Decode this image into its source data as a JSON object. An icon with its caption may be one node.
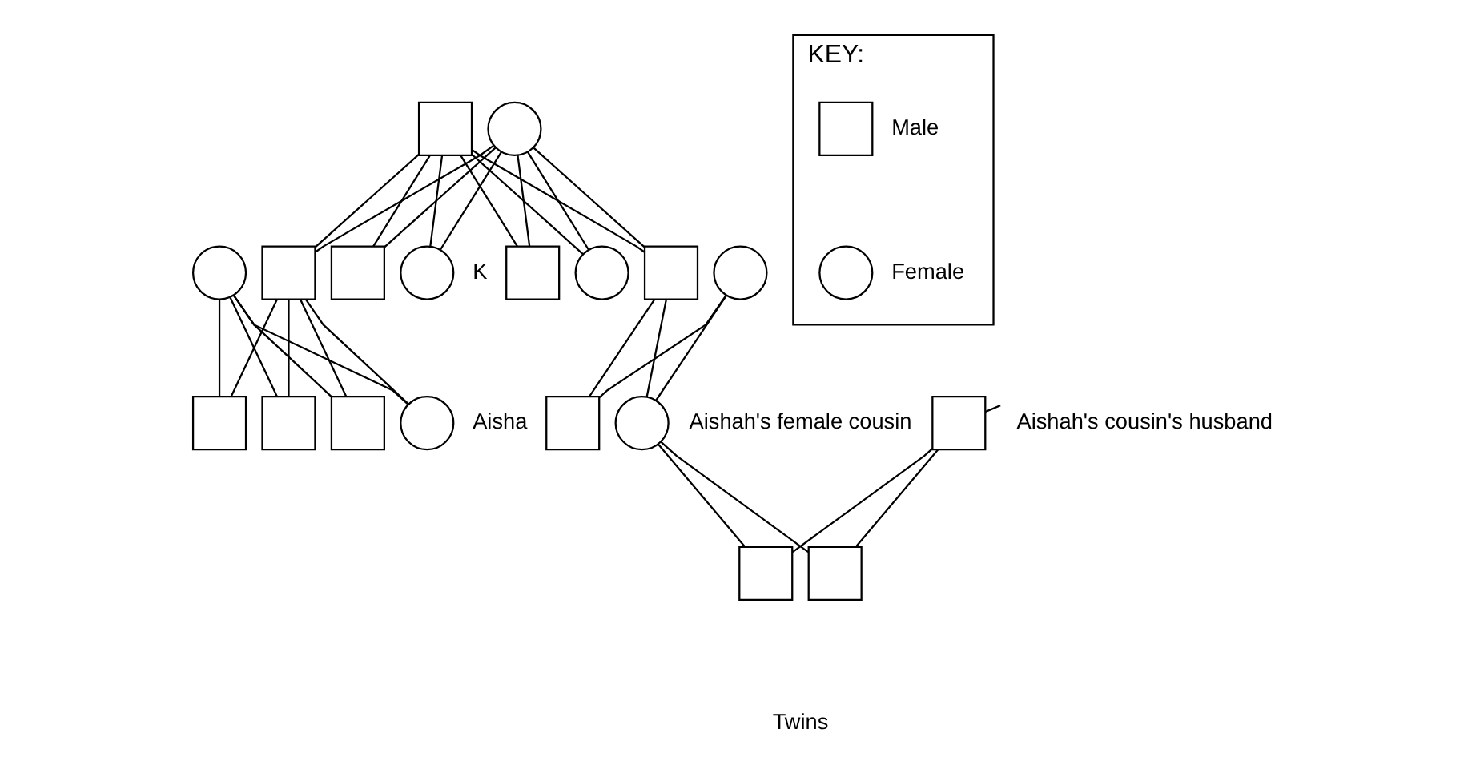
{
  "diagram": {
    "nodes": [
      {
        "text": [],
        "shape": "box"
      },
      {
        "text": [],
        "shape": "circle"
      },
      {
        "text": [],
        "shape": "circle"
      },
      {
        "text": [],
        "shape": "box"
      },
      {
        "text": [],
        "shape": "box"
      },
      {
        "text": [],
        "shape": "circle",
        "beside": [
          "K"
        ]
      },
      {
        "text": [],
        "shape": "box"
      },
      {
        "text": [],
        "shape": "circle"
      },
      {
        "text": [],
        "shape": "box"
      },
      {
        "text": [],
        "shape": "circle"
      },
      {
        "text": [],
        "shape": "box"
      },
      {
        "text": [],
        "shape": "box"
      },
      {
        "text": [],
        "shape": "box"
      },
      {
        "text": [],
        "shape": "circle",
        "beside": [
          "Aisha"
        ]
      },
      {
        "text": [],
        "shape": "box"
      },
      {
        "text": [],
        "shape": "circle",
        "beside": [
          "Aishah's female cousin"
        ]
      },
      {
        "text": [],
        "shape": "box"
      },
      {
        "text": [
          "Aishah's cousin's husband"
        ]
      },
      {
        "text": [],
        "shape": "box"
      },
      {
        "text": [],
        "shape": "box"
      },
      {
        "text": [
          "KEY:"
        ]
      },
      {
        "text": [],
        "shape": "box",
        "in": 20,
        "beside": [
          "Male"
        ]
      },
      {
        "text": [],
        "shape": "circle",
        "in": 20,
        "beside": [
          "Female"
        ]
      }
    ],
    "edges": [
      {
        "from": 0,
        "to": 3,
        "arrow": "none"
      },
      {
        "from": 1,
        "to": 3,
        "arrow": "none"
      },
      {
        "from": 0,
        "to": 4,
        "arrow": "none"
      },
      {
        "from": 1,
        "to": 4,
        "arrow": "none"
      },
      {
        "from": 0,
        "to": 5,
        "arrow": "none"
      },
      {
        "from": 1,
        "to": 5,
        "arrow": "none"
      },
      {
        "from": 0,
        "to": 6,
        "arrow": "none"
      },
      {
        "from": 1,
        "to": 6,
        "arrow": "none"
      },
      {
        "from": 0,
        "to": 7,
        "arrow": "none"
      },
      {
        "from": 1,
        "to": 7,
        "arrow": "none"
      },
      {
        "from": 0,
        "to": 8,
        "arrow": "none"
      },
      {
        "from": 1,
        "to": 8,
        "arrow": "none"
      },
      {
        "from": 2,
        "to": 10,
        "arrow": "none"
      },
      {
        "from": 3,
        "to": 10,
        "arrow": "none"
      },
      {
        "from": 2,
        "to": 11,
        "arrow": "none"
      },
      {
        "from": 3,
        "to": 11,
        "arrow": "none"
      },
      {
        "from": 2,
        "to": 12,
        "arrow": "none"
      },
      {
        "from": 3,
        "to": 12,
        "arrow": "none"
      },
      {
        "from": 2,
        "to": 13,
        "arrow": "none"
      },
      {
        "from": 3,
        "to": 13,
        "arrow": "none"
      },
      {
        "from": 8,
        "to": 14,
        "arrow": "none"
      },
      {
        "from": 9,
        "to": 14,
        "arrow": "none"
      },
      {
        "from": 8,
        "to": 15,
        "arrow": "none"
      },
      {
        "from": 9,
        "to": 15,
        "arrow": "none"
      },
      {
        "from": 17,
        "to": 16,
        "arrow": "none"
      },
      {
        "from": 15,
        "to": 18,
        "arrow": "none"
      },
      {
        "from": 16,
        "to": 18,
        "arrow": "none"
      },
      {
        "from": 15,
        "to": 19,
        "arrow": "none"
      },
      {
        "from": 16,
        "to": 19,
        "arrow": "none"
      }
    ],
    "labels": [
      "Twins"
    ]
  }
}
